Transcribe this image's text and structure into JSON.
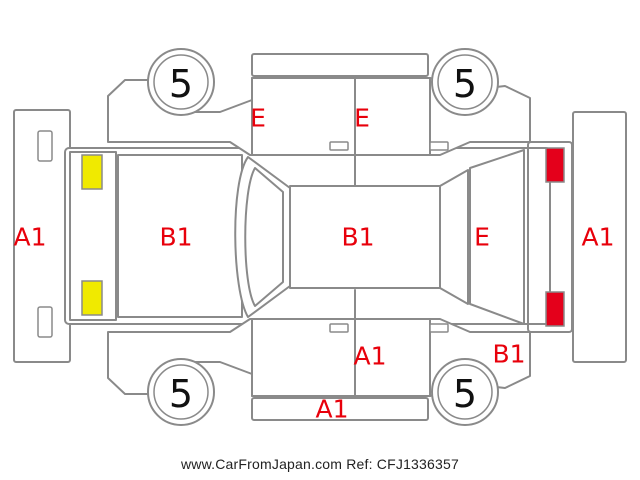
{
  "colors": {
    "outline": "#8a8a8a",
    "code_text": "#e8000b",
    "light_marker": "#f0ea00",
    "tail_light_marker": "#e4001b",
    "tire_text": "#111111"
  },
  "tires": {
    "front_left": "5",
    "front_right": "5",
    "rear_left": "5",
    "rear_right": "5"
  },
  "codes": {
    "front_bumper": "A1",
    "rear_bumper": "A1",
    "hood": "B1",
    "roof": "B1",
    "rear_glass": "E",
    "front_door_left": "E",
    "rear_door_left": "E",
    "rear_door_right": "A1",
    "rocker_right": "A1",
    "rear_fender_right": "B1"
  },
  "footer": {
    "text": "www.CarFromJapan.com Ref: CFJ1336357"
  }
}
